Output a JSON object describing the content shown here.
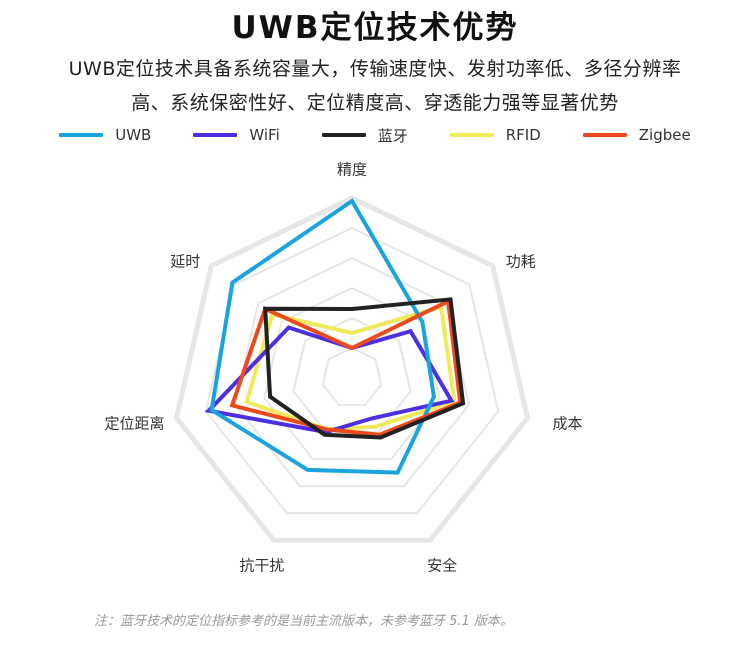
{
  "title": "UWB定位技术优势",
  "subtitle_lines": [
    "UWB定位技术具备系统容量大，传输速度快、发射功率低、多径分辨率",
    "高、系统保密性好、定位精度高、穿透能力强等显著优势"
  ],
  "note": "注：蓝牙技术的定位指标参考的是当前主流版本，未参考蓝牙 5.1 版本。",
  "colors": {
    "UWB": "#1aa3dc",
    "WiFi": "#4d2ee0",
    "蓝牙": "#222222",
    "RFID": "#f0ea5a",
    "Zigbee": "#ec4a1d",
    "grid": "#e6e6e6"
  },
  "chart_data": {
    "type": "radar",
    "categories": [
      "精度",
      "功耗",
      "成本",
      "安全",
      "抗干扰",
      "定位距离",
      "延时"
    ],
    "ylim": [
      0,
      6
    ],
    "grid_levels": 6,
    "grid": true,
    "legend_position": "top",
    "series": [
      {
        "name": "UWB",
        "values": [
          5.9,
          3.0,
          2.8,
          3.5,
          3.4,
          4.8,
          5.1
        ]
      },
      {
        "name": "WiFi",
        "values": [
          1.0,
          2.5,
          3.4,
          1.5,
          2.0,
          4.9,
          2.7
        ]
      },
      {
        "name": "蓝牙",
        "values": [
          2.3,
          4.2,
          3.8,
          2.2,
          2.1,
          2.8,
          3.7
        ]
      },
      {
        "name": "RFID",
        "values": [
          1.5,
          3.8,
          3.5,
          1.8,
          1.9,
          3.6,
          3.4
        ]
      },
      {
        "name": "Zigbee",
        "values": [
          1.0,
          4.1,
          3.7,
          2.1,
          1.9,
          4.1,
          3.7
        ]
      }
    ]
  }
}
